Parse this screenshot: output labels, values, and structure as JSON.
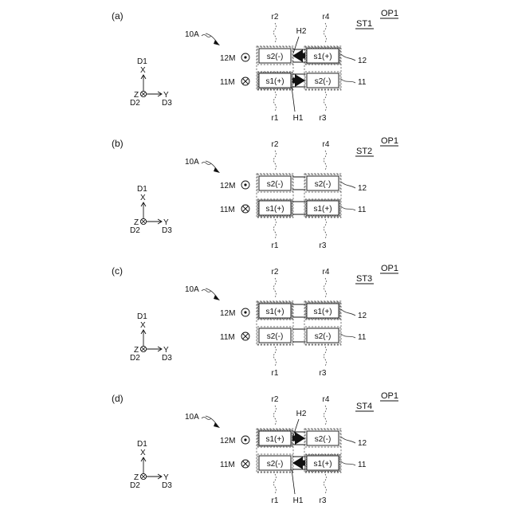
{
  "figure": {
    "ref_label": "10A",
    "top_label": "12M",
    "bottom_label": "11M",
    "top_wire_label": "12",
    "bottom_wire_label": "11",
    "region_labels": {
      "r1": "r1",
      "r2": "r2",
      "r3": "r3",
      "r4": "r4"
    },
    "axes": {
      "d1": "D1",
      "x": "X",
      "z": "Z",
      "y": "Y",
      "d2": "D2",
      "d3": "D3"
    },
    "panels": [
      {
        "letter": "(a)",
        "step": "ST1",
        "op": "OP1",
        "top": {
          "left": {
            "text": "s2(-)",
            "shaded": false
          },
          "right": {
            "text": "s1(+)",
            "shaded": true
          }
        },
        "bottom": {
          "left": {
            "text": "s1(+)",
            "shaded": true
          },
          "right": {
            "text": "s2(-)",
            "shaded": false
          }
        },
        "arrows": {
          "top": "left",
          "bottom": "right"
        },
        "h_top": "H2",
        "h_bottom": "H1"
      },
      {
        "letter": "(b)",
        "step": "ST2",
        "op": "OP1",
        "top": {
          "left": {
            "text": "s2(-)",
            "shaded": false
          },
          "right": {
            "text": "s2(-)",
            "shaded": false
          }
        },
        "bottom": {
          "left": {
            "text": "s1(+)",
            "shaded": true
          },
          "right": {
            "text": "s1(+)",
            "shaded": true
          }
        },
        "arrows": {
          "top": null,
          "bottom": null
        }
      },
      {
        "letter": "(c)",
        "step": "ST3",
        "op": "OP1",
        "top": {
          "left": {
            "text": "s1(+)",
            "shaded": true
          },
          "right": {
            "text": "s1(+)",
            "shaded": true
          }
        },
        "bottom": {
          "left": {
            "text": "s2(-)",
            "shaded": false
          },
          "right": {
            "text": "s2(-)",
            "shaded": false
          }
        },
        "arrows": {
          "top": null,
          "bottom": null
        }
      },
      {
        "letter": "(d)",
        "step": "ST4",
        "op": "OP1",
        "top": {
          "left": {
            "text": "s1(+)",
            "shaded": true
          },
          "right": {
            "text": "s2(-)",
            "shaded": false
          }
        },
        "bottom": {
          "left": {
            "text": "s2(-)",
            "shaded": false
          },
          "right": {
            "text": "s1(+)",
            "shaded": true
          }
        },
        "arrows": {
          "top": "right",
          "bottom": "left"
        },
        "h_top": "H2",
        "h_bottom": "H1"
      }
    ]
  }
}
